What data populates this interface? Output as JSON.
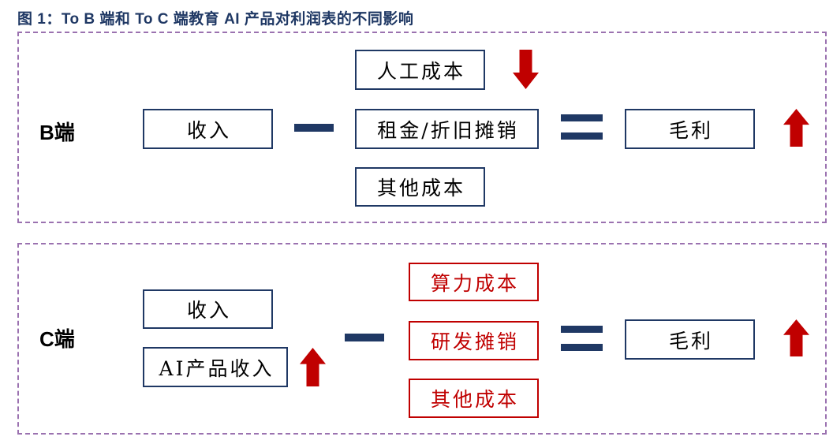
{
  "title": "图 1：To B 端和 To C 端教育 AI 产品对利润表的不同影响",
  "colors": {
    "navy": "#1f3864",
    "red": "#c00000",
    "frame": "#9b72b0",
    "text": "#000000"
  },
  "operators": {
    "minus_icon": "minus-icon",
    "equals_icon": "equals-icon"
  },
  "to_b": {
    "label": "B端",
    "revenue": [
      {
        "label": "收入"
      }
    ],
    "costs": [
      {
        "label": "人工成本",
        "highlight": false,
        "trend_icon": "arrow-down-icon"
      },
      {
        "label": "租金/折旧摊销",
        "highlight": false
      },
      {
        "label": "其他成本",
        "highlight": false
      }
    ],
    "gross_profit": {
      "label": "毛利",
      "trend_icon": "arrow-up-icon"
    }
  },
  "to_c": {
    "label": "C端",
    "revenue": [
      {
        "label": "收入"
      },
      {
        "label": "AI产品收入",
        "trend_icon": "arrow-up-icon"
      }
    ],
    "costs": [
      {
        "label": "算力成本",
        "highlight": true
      },
      {
        "label": "研发摊销",
        "highlight": true
      },
      {
        "label": "其他成本",
        "highlight": true
      }
    ],
    "gross_profit": {
      "label": "毛利",
      "trend_icon": "arrow-up-icon"
    }
  }
}
